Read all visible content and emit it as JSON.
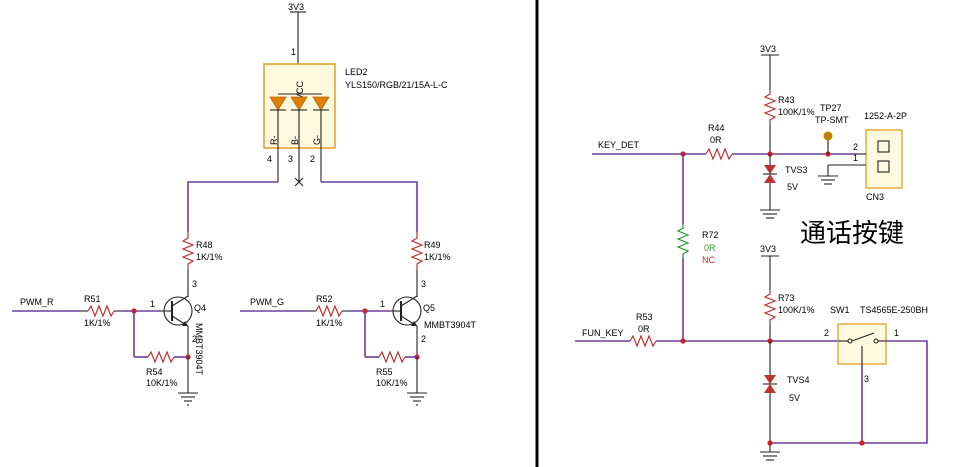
{
  "left": {
    "power": "3V3",
    "led": {
      "ref": "LED2",
      "part": "YLS150/RGB/21/15A-L-C",
      "vcc": "VCC",
      "pin_top": "1",
      "pins": [
        "4",
        "3",
        "2"
      ],
      "pin_names": [
        "R-",
        "B-",
        "G-"
      ]
    },
    "q4": {
      "ref": "Q4",
      "part": "MMBT3904T",
      "b": "1",
      "c": "3",
      "e": "2"
    },
    "q5": {
      "ref": "Q5",
      "part": "MMBT3904T",
      "b": "1",
      "c": "3",
      "e": "2"
    },
    "r48": {
      "ref": "R48",
      "val": "1K/1%"
    },
    "r49": {
      "ref": "R49",
      "val": "1K/1%"
    },
    "r51": {
      "ref": "R51",
      "val": "1K/1%"
    },
    "r52": {
      "ref": "R52",
      "val": "1K/1%"
    },
    "r54": {
      "ref": "R54",
      "val": "10K/1%"
    },
    "r55": {
      "ref": "R55",
      "val": "10K/1%"
    },
    "net_r": "PWM_R",
    "net_g": "PWM_G"
  },
  "right": {
    "power_top": "3V3",
    "power_mid": "3V3",
    "r43": {
      "ref": "R43",
      "val": "100K/1%"
    },
    "r44": {
      "ref": "R44",
      "val": "0R"
    },
    "r53": {
      "ref": "R53",
      "val": "0R"
    },
    "r72": {
      "ref": "R72",
      "val": "0R",
      "nc": "NC"
    },
    "r73": {
      "ref": "R73",
      "val": "100K/1%"
    },
    "tp": {
      "ref": "TP27",
      "part": "TP-SMT"
    },
    "tvs3": {
      "ref": "TVS3",
      "val": "5V"
    },
    "tvs4": {
      "ref": "TVS4",
      "val": "5V"
    },
    "cn3": {
      "ref": "CN3",
      "part": "1252-A-2P",
      "pin2": "2",
      "pin1": "1"
    },
    "sw1": {
      "ref": "SW1",
      "part": "TS4565E-250BH",
      "pin2": "2",
      "pin1": "1",
      "pin3": "3"
    },
    "net_key_det": "KEY_DET",
    "net_fun_key": "FUN_KEY",
    "caption": "通话按键"
  }
}
